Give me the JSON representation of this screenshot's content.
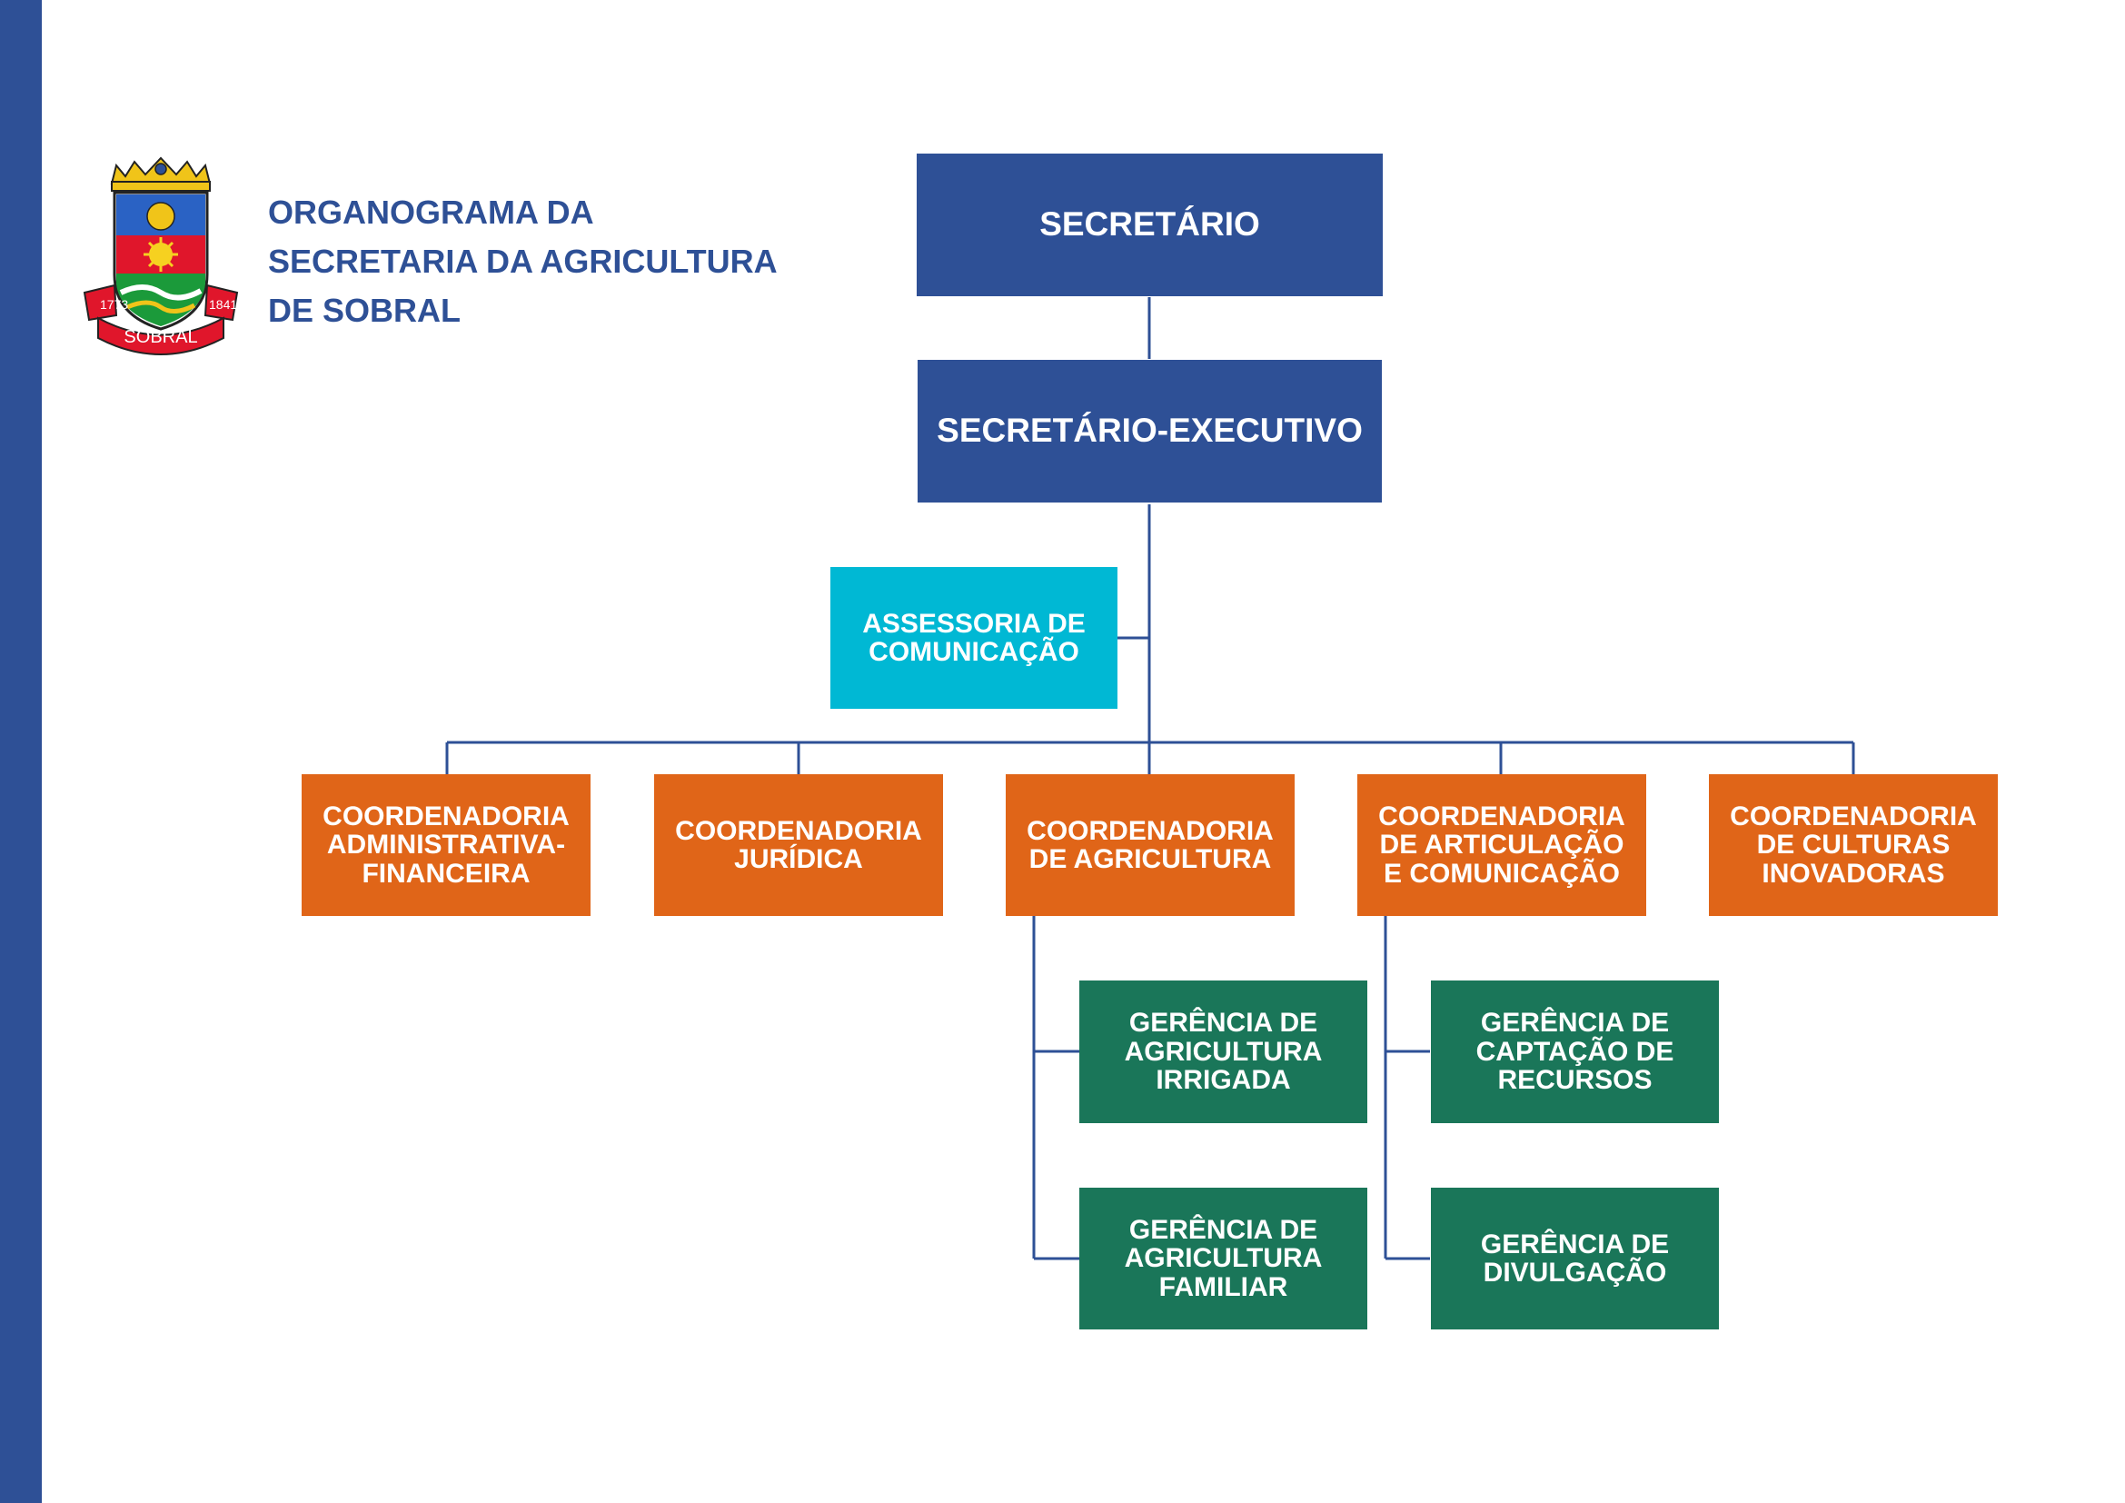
{
  "title_lines": [
    "ORGANOGRAMA DA",
    "SECRETARIA DA AGRICULTURA",
    "DE SOBRAL"
  ],
  "logo": {
    "text": "SOBRAL",
    "year_left": "1773",
    "year_right": "1841"
  },
  "colors": {
    "sidebar": "#2e5096",
    "top": "#2e5096",
    "assessoria": "#00b8d4",
    "coordenadoria": "#e06518",
    "gerencia": "#1a7659",
    "lines": "#2e5096"
  },
  "nodes": {
    "secretario": "SECRETÁRIO",
    "secretario_executivo": "SECRETÁRIO-EXECUTIVO",
    "assessoria": "ASSESSORIA DE\nCOMUNICAÇÃO",
    "coordenadorias": [
      "COORDENADORIA\nADMINISTRATIVA-\nFINANCEIRA",
      "COORDENADORIA\nJURÍDICA",
      "COORDENADORIA\nDE AGRICULTURA",
      "COORDENADORIA\nDE ARTICULAÇÃO\nE COMUNICAÇÃO",
      "COORDENADORIA\nDE CULTURAS\nINOVADORAS"
    ],
    "gerencias_agricultura": [
      "GERÊNCIA DE\nAGRICULTURA\nIRRIGADA",
      "GERÊNCIA DE\nAGRICULTURA\nFAMILIAR"
    ],
    "gerencias_articulacao": [
      "GERÊNCIA DE\nCAPTAÇÃO DE\nRECURSOS",
      "GERÊNCIA DE\nDIVULGAÇÃO"
    ]
  }
}
